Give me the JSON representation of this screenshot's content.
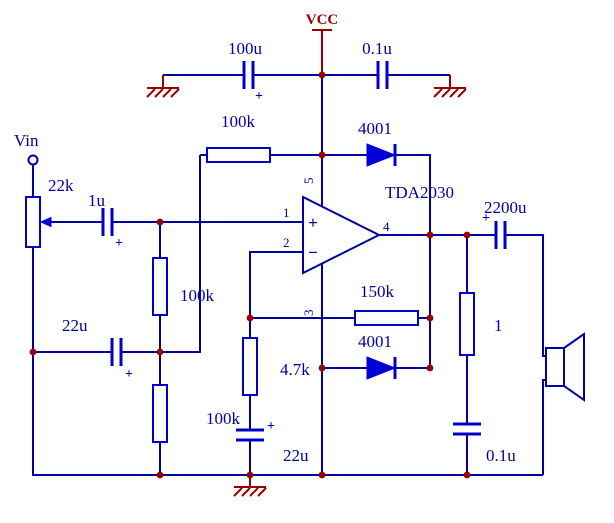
{
  "schematic": {
    "power": {
      "vcc": "VCC"
    },
    "input": {
      "label": "Vin"
    },
    "opamp": {
      "part": "TDA2030",
      "noninv_sign": "+",
      "inv_sign": "−",
      "pins": {
        "noninv": "1",
        "inv": "2",
        "gnd": "3",
        "out": "4",
        "vcc": "5"
      }
    },
    "components": {
      "bulk_cap": "100u",
      "hf_cap": "0.1u",
      "bias_r_top": "100k",
      "diode_top": "4001",
      "pot": "22k",
      "input_cap": "1u",
      "bias_r_mid": "100k",
      "bypass_cap": "22u",
      "bias_r_bottom": "100k",
      "feedback_r": "150k",
      "diode_bottom": "4001",
      "feedback_r2": "4.7k",
      "feedback_cap": "22u",
      "output_cap": "2200u",
      "zobel_r": "1",
      "zobel_cap": "0.1u"
    },
    "symbols": {
      "plus": "+"
    },
    "colors": {
      "wire": "#0000A0",
      "component": "#0000C8",
      "diode": "#0000D8",
      "power": "#9B0000",
      "junction": "#9B0000",
      "background": "#FFFFFF"
    }
  }
}
